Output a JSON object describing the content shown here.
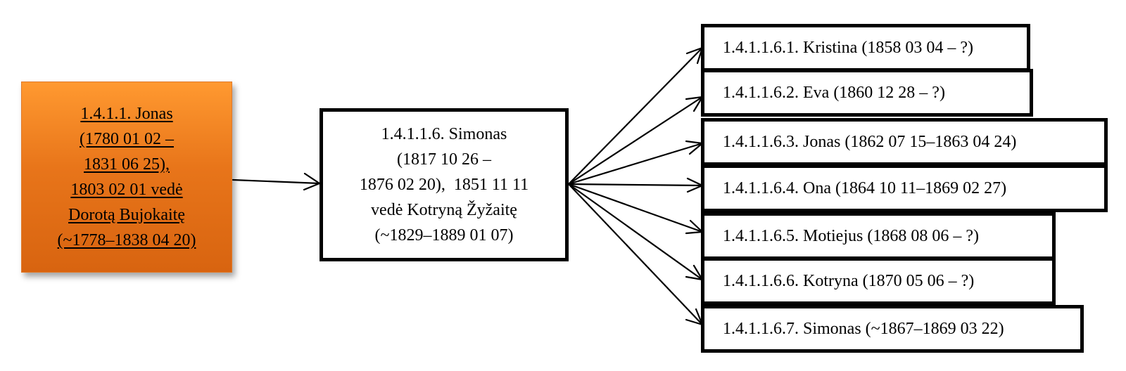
{
  "root": {
    "lines": [
      "1.4.1.1. Jonas",
      "(1780 01 02 –",
      "1831 06 25),",
      "1803 02 01 vedė",
      "Dorotą Bujokaitę",
      "(~1778–1838 04 20)"
    ],
    "fill_color": "#e8751a"
  },
  "middle": {
    "lines": [
      "1.4.1.1.6. Simonas",
      "(1817 10 26 –",
      "1876 02 20),  1851 11 11",
      "vedė Kotryną Žyžaitę",
      "(~1829–1889 01 07)"
    ]
  },
  "children": [
    "1.4.1.1.6.1. Kristina (1858 03 04 – ?)",
    "1.4.1.1.6.2. Eva (1860 12 28 – ?)",
    "1.4.1.1.6.3. Jonas (1862 07 15–1863 04 24)",
    "1.4.1.1.6.4. Ona (1864 10 11–1869 02 27)",
    "1.4.1.1.6.5. Motiejus (1868 08 06 – ?)",
    "1.4.1.1.6.6. Kotryna (1870 05 06 – ?)",
    "1.4.1.1.6.7. Simonas (~1867–1869 03 22)"
  ]
}
